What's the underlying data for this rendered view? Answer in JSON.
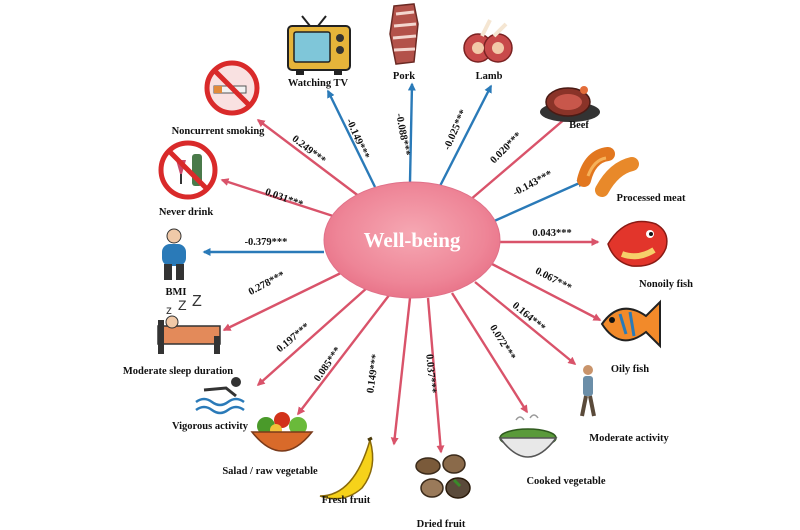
{
  "center": {
    "label": "Well-being"
  },
  "colors": {
    "positive": "#d9536a",
    "negative": "#2a7ab8",
    "center_fill": "#f08a9a"
  },
  "factors": [
    {
      "id": "watching-tv",
      "label": "Watching TV",
      "coef": "-0.149***",
      "sign": "negative",
      "icon": "tv-icon"
    },
    {
      "id": "pork",
      "label": "Pork",
      "coef": "-0.088***",
      "sign": "negative",
      "icon": "pork-icon"
    },
    {
      "id": "lamb",
      "label": "Lamb",
      "coef": "-0.025***",
      "sign": "negative",
      "icon": "lamb-icon"
    },
    {
      "id": "beef",
      "label": "Beef",
      "coef": "0.020***",
      "sign": "positive",
      "icon": "beef-icon"
    },
    {
      "id": "processed-meat",
      "label": "Processed meat",
      "coef": "-0.143***",
      "sign": "negative",
      "icon": "sausage-icon"
    },
    {
      "id": "nonoily-fish",
      "label": "Nonoily fish",
      "coef": "0.043***",
      "sign": "positive",
      "icon": "fish-icon"
    },
    {
      "id": "oily-fish",
      "label": "Oily fish",
      "coef": "0.067***",
      "sign": "positive",
      "icon": "oily-fish-icon"
    },
    {
      "id": "moderate-activity",
      "label": "Moderate activity",
      "coef": "0.164***",
      "sign": "positive",
      "icon": "walking-person-icon"
    },
    {
      "id": "cooked-vegetable",
      "label": "Cooked vegetable",
      "coef": "0.072***",
      "sign": "positive",
      "icon": "cooked-vegetable-icon"
    },
    {
      "id": "dried-fruit",
      "label": "Dried fruit",
      "coef": "0.037***",
      "sign": "positive",
      "icon": "nuts-icon"
    },
    {
      "id": "fresh-fruit",
      "label": "Fresh fruit",
      "coef": "0.149***",
      "sign": "positive",
      "icon": "banana-icon"
    },
    {
      "id": "salad",
      "label": "Salad / raw vegetable",
      "coef": "0.085***",
      "sign": "positive",
      "icon": "salad-bowl-icon"
    },
    {
      "id": "vigorous-activity",
      "label": "Vigorous activity",
      "coef": "0.197***",
      "sign": "positive",
      "icon": "swimmer-icon"
    },
    {
      "id": "sleep",
      "label": "Moderate sleep duration",
      "coef": "0.278***",
      "sign": "positive",
      "icon": "sleeping-bed-icon"
    },
    {
      "id": "bmi",
      "label": "BMI",
      "coef": "-0.379***",
      "sign": "negative",
      "icon": "person-icon"
    },
    {
      "id": "never-drink",
      "label": "Never drink",
      "coef": "0.031***",
      "sign": "positive",
      "icon": "no-drinking-icon"
    },
    {
      "id": "noncurrent-smoking",
      "label": "Noncurrent smoking",
      "coef": "0.249***",
      "sign": "positive",
      "icon": "no-smoking-icon"
    }
  ]
}
